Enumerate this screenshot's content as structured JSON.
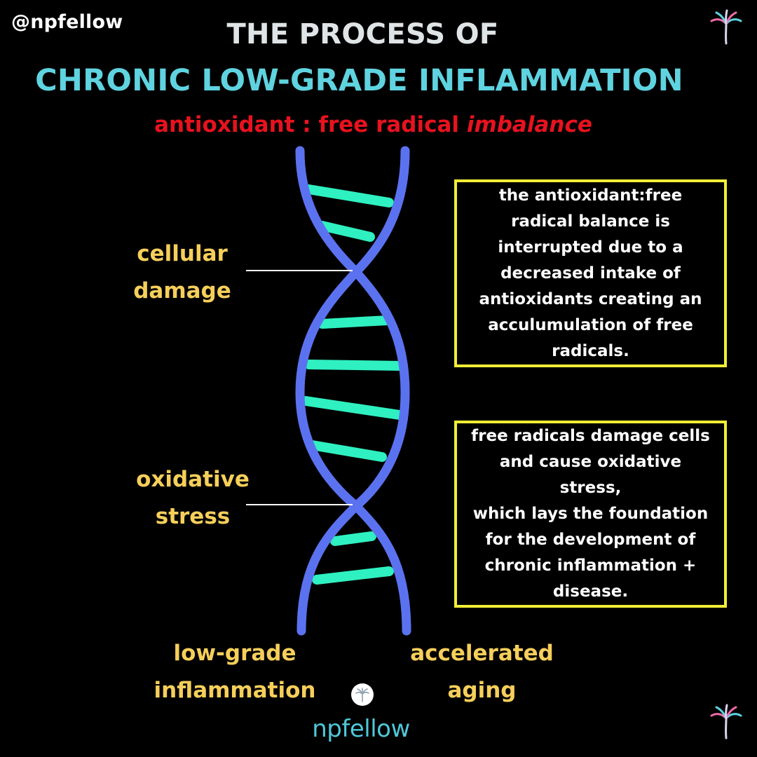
{
  "handle": "@npfellow",
  "title": {
    "line1": "THE PROCESS OF",
    "line2": "CHRONIC LOW-GRADE INFLAMMATION"
  },
  "subtitle": {
    "prefix": "antioxidant : free radical ",
    "emphasis": "imbalance"
  },
  "labels": {
    "cellular_damage": [
      "cellular",
      "damage"
    ],
    "oxidative_stress": [
      "oxidative",
      "stress"
    ],
    "low_grade_inflammation": [
      "low-grade",
      "inflammation"
    ],
    "accelerated_aging": [
      "accelerated",
      "aging"
    ]
  },
  "boxes": {
    "box1": [
      "the antioxidant:free",
      "radical balance is",
      "interrupted due to a",
      "decreased intake of",
      "antioxidants creating an",
      "acculumulation of free",
      "radicals."
    ],
    "box2": [
      "free radicals damage cells",
      "and cause oxidative stress,",
      "which lays the foundation",
      "for the development of",
      "chronic inflammation +",
      "disease."
    ]
  },
  "logo": {
    "text": "npfellow"
  },
  "colors": {
    "background": "#000000",
    "title_main": "#dfe4e6",
    "title_accent": "#5fd3e0",
    "subtitle_red": "#e8121e",
    "label_yellow": "#f6cf5a",
    "box_border": "#f2ee35",
    "dna_strand": "#5b72f0",
    "dna_rung": "#2ff0c0",
    "logo_teal": "#4fc8d9"
  },
  "icons": [
    "palm-tree-icon",
    "palm-logo-icon"
  ]
}
